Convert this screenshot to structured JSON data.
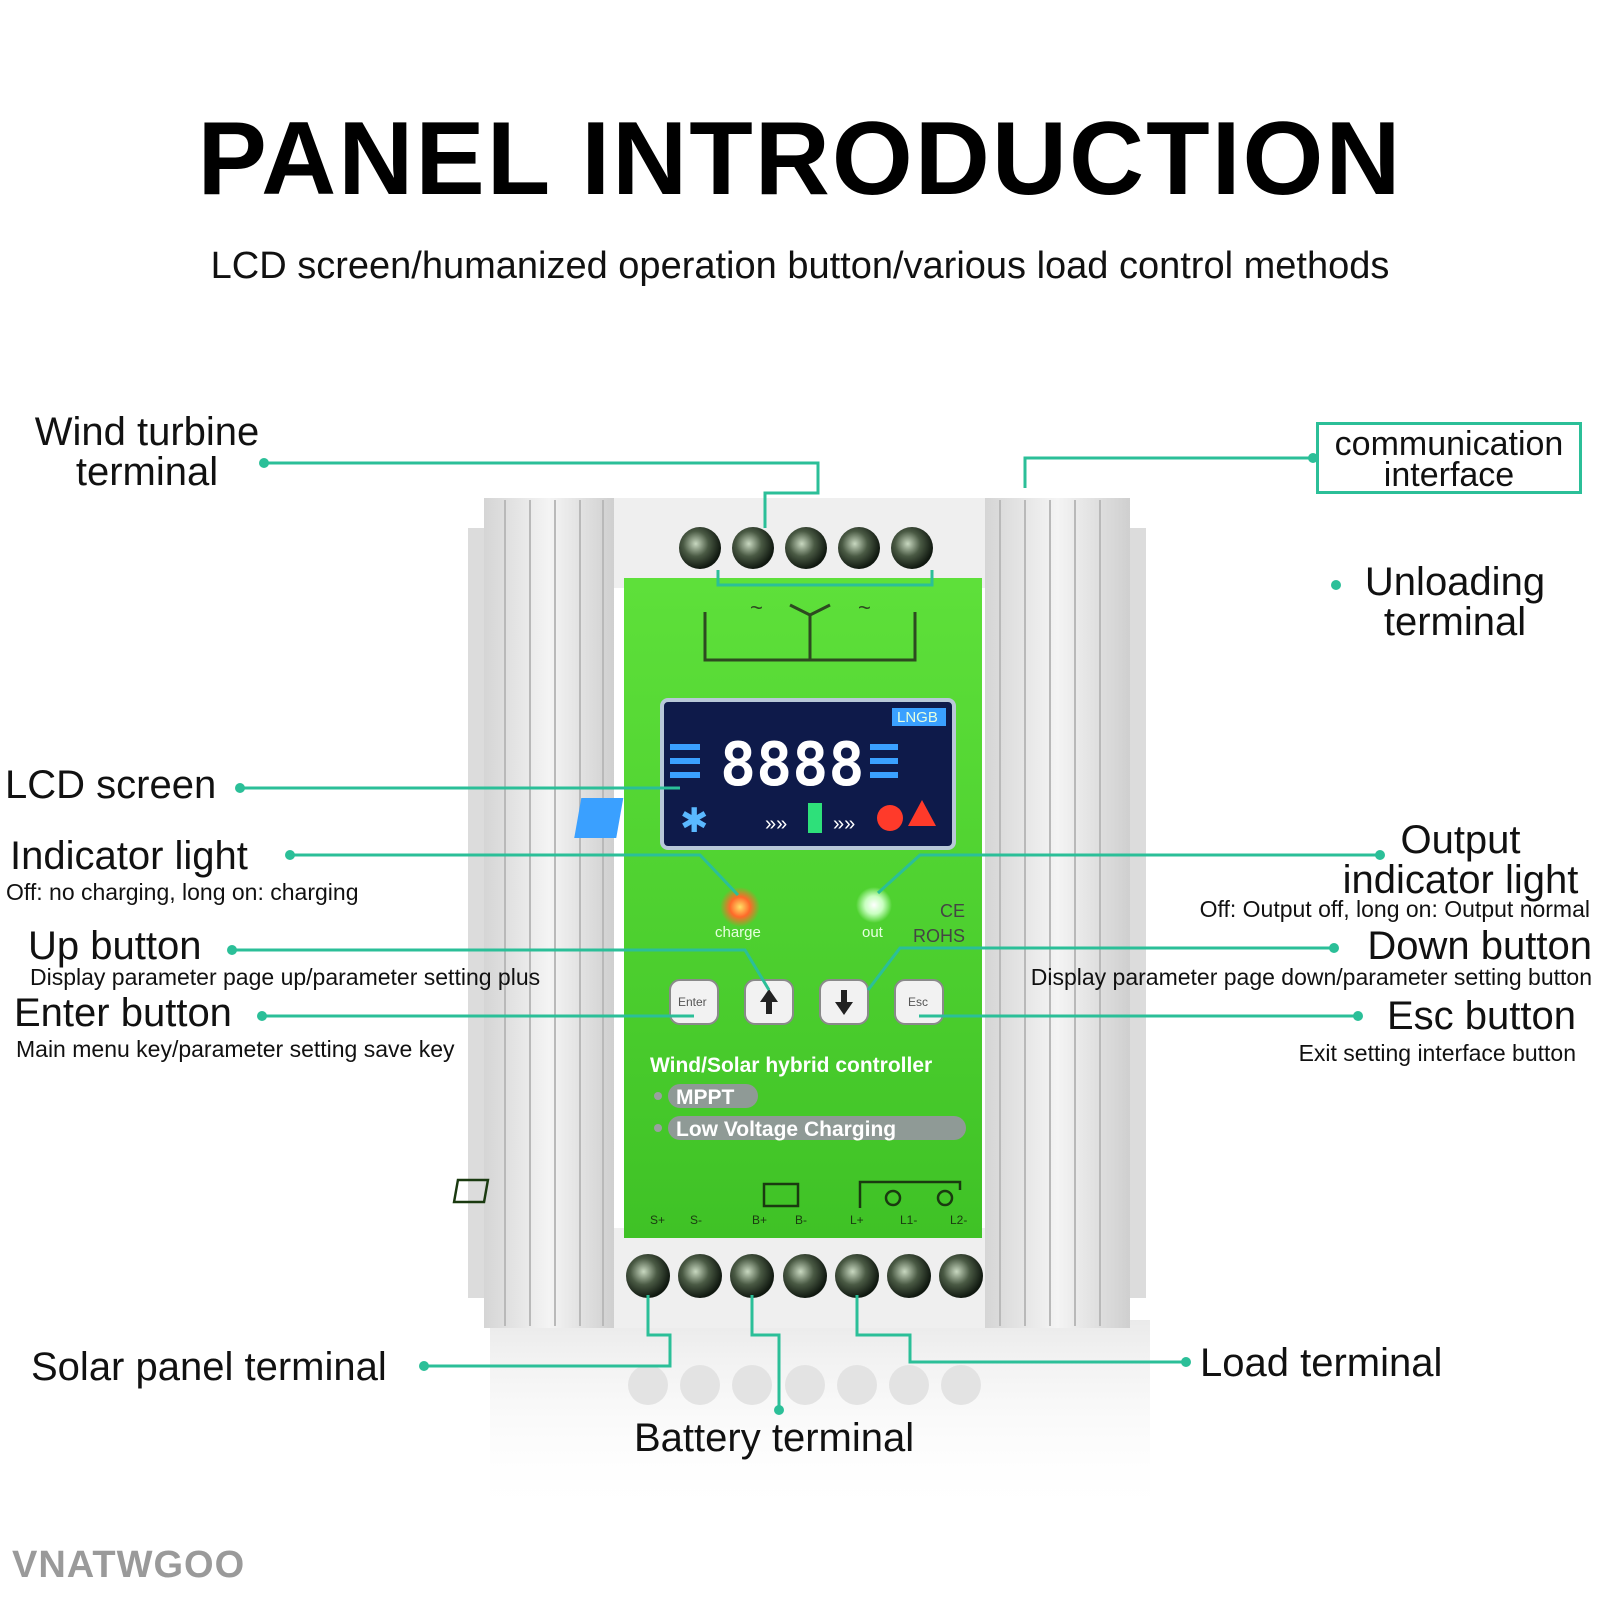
{
  "header": {
    "title": "PANEL INTRODUCTION",
    "subtitle": "LCD screen/humanized operation button/various load control methods"
  },
  "callouts": {
    "wind_turbine": {
      "label": "Wind turbine\nterminal"
    },
    "communication": {
      "label": "communication\ninterface"
    },
    "unloading": {
      "label": "Unloading\nterminal"
    },
    "lcd": {
      "label": "LCD screen"
    },
    "indicator": {
      "label": "Indicator light",
      "desc": "Off: no charging, long on: charging"
    },
    "output_indicator": {
      "label": "Output\nindicator light",
      "desc": "Off: Output off, long on: Output normal"
    },
    "up_button": {
      "label": "Up button",
      "desc": "Display parameter page up/parameter setting plus"
    },
    "down_button": {
      "label": "Down button",
      "desc": "Display parameter page down/parameter setting button"
    },
    "enter_button": {
      "label": "Enter button",
      "desc": "Main menu key/parameter setting save key"
    },
    "esc_button": {
      "label": "Esc button",
      "desc": "Exit setting interface button"
    },
    "solar": {
      "label": "Solar panel terminal"
    },
    "battery": {
      "label": "Battery terminal"
    },
    "load": {
      "label": "Load terminal"
    }
  },
  "device": {
    "lcd_digits": "8888",
    "lcd_tag": "LNGB",
    "led_charge": "charge",
    "led_out": "out",
    "ce_mark": "CE",
    "rohs_mark": "ROHS",
    "buttons": {
      "enter": "Enter",
      "esc": "Esc"
    },
    "controller_title": "Wind/Solar hybrid controller",
    "badge_mppt": "MPPT",
    "badge_low_voltage": "Low Voltage Charging",
    "terminal_labels": [
      "S+",
      "S-",
      "B+",
      "B-",
      "L+",
      "L1-",
      "L2-"
    ]
  },
  "watermark": "VNATWGOO",
  "colors": {
    "accent_line": "#2bbf98",
    "panel_green": "#4ed12c",
    "lcd_bg": "#0e1a4a",
    "charge_led": "#ff6a2a",
    "out_led": "#c8ffc0"
  }
}
